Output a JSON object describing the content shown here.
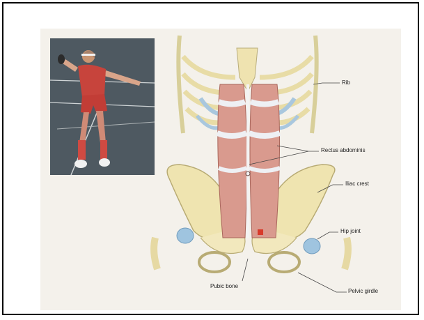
{
  "figure": {
    "labels": {
      "rib": "Rib",
      "rectus_abdominis": "Rectus abdominis",
      "iliac_crest": "Iliac crest",
      "hip_joint": "Hip joint",
      "pubic_bone": "Pubic bone",
      "pelvic_girdle": "Pelvic girdle"
    }
  },
  "colors": {
    "muscle": "#d99a8e",
    "tendon": "#eef0f4",
    "bone": "#efe4b0",
    "cartilage": "#9fc4df",
    "court": "#4f5a62",
    "outfit": "#c7443c"
  }
}
